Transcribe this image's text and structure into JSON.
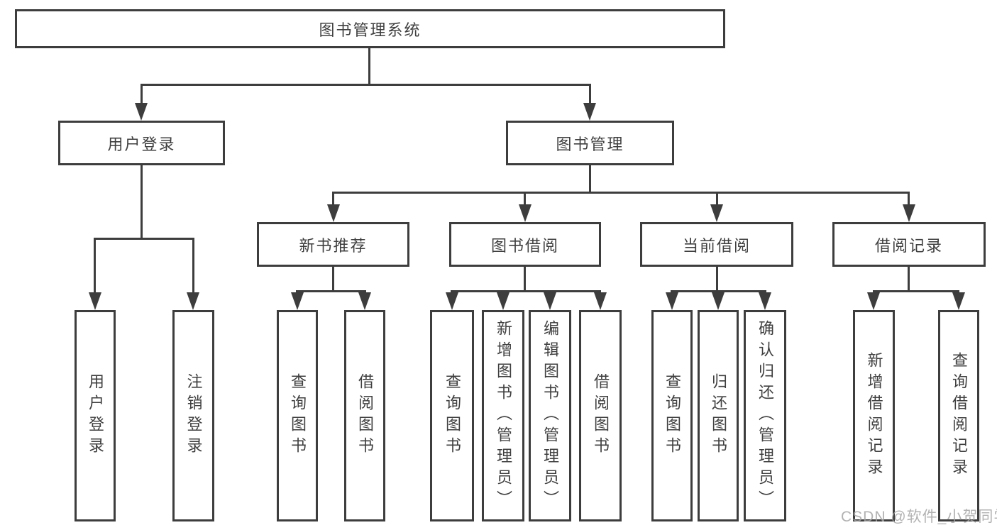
{
  "diagram": {
    "title": "图书管理系统",
    "level2": {
      "user_login": "用户登录",
      "book_mgmt": "图书管理"
    },
    "level3": {
      "new_books": "新书推荐",
      "borrow": "图书借阅",
      "current": "当前借阅",
      "records": "借阅记录"
    },
    "leaves": {
      "login": [
        "用户登录",
        "注销登录"
      ],
      "new_books": [
        "查询图书",
        "借阅图书"
      ],
      "borrow": [
        "查询图书",
        "新增图书（管理员）",
        "编辑图书（管理员）",
        "借阅图书"
      ],
      "current": [
        "查询图书",
        "归还图书",
        "确认归还（管理员）"
      ],
      "records": [
        "新增借阅记录",
        "查询借阅记录"
      ]
    },
    "watermark": "CSDN @软件_小贺同学",
    "colors": {
      "line": "#3d3d3d",
      "text": "#3f3f3f",
      "watermark": "#a5a5a5",
      "background": "#ffffff"
    }
  }
}
